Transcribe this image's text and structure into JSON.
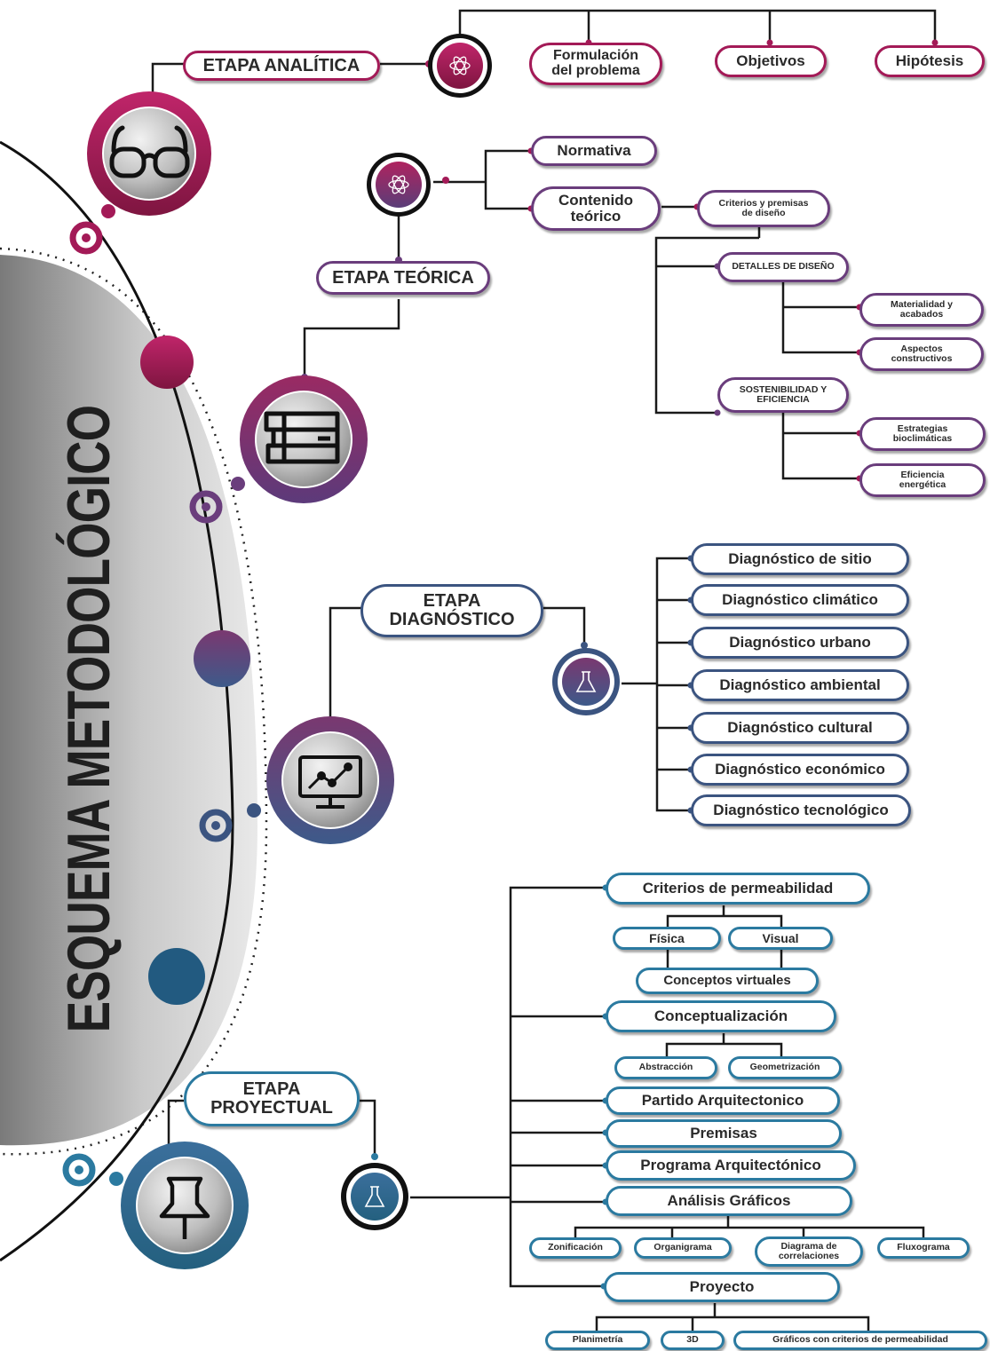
{
  "title": "ESQUEMA METODOLÓGICO",
  "colors": {
    "analitica": "#a31a57",
    "teorica": "#6a3d7c",
    "diagnostico": "#3b5480",
    "proyectual": "#2b7aa0"
  },
  "icons": {
    "analitica": "glasses-icon",
    "teorica": "books-icon",
    "diagnostico": "chart-monitor-icon",
    "proyectual": "pin-icon",
    "atom": "atom-icon",
    "flask": "flask-icon"
  },
  "analitica": {
    "label": "ETAPA ANALÍTICA",
    "items": [
      "Formulación\ndel problema",
      "Objetivos",
      "Hipótesis"
    ]
  },
  "teorica": {
    "label": "ETAPA TEÓRICA",
    "normativa": "Normativa",
    "contenido": "Contenido\nteórico",
    "criterios": "Criterios y premisas\nde diseño",
    "detalles": "DETALLES DE DISEÑO",
    "materialidad": "Materialidad y\nacabados",
    "aspectos": "Aspectos\nconstructivos",
    "sostenibilidad": "SOSTENIBILIDAD Y\nEFICIENCIA",
    "estrategias": "Estrategias\nbioclimáticas",
    "eficiencia": "Eficiencia\nenergética"
  },
  "diagnostico": {
    "label": "ETAPA\nDIAGNÓSTICO",
    "items": [
      "Diagnóstico de sitio",
      "Diagnóstico climático",
      "Diagnóstico urbano",
      "Diagnóstico ambiental",
      "Diagnóstico cultural",
      "Diagnóstico económico",
      "Diagnóstico tecnológico"
    ]
  },
  "proyectual": {
    "label": "ETAPA\nPROYECTUAL",
    "permeabilidad": "Criterios de permeabilidad",
    "fisica": "Física",
    "visual": "Visual",
    "conceptos": "Conceptos virtuales",
    "conceptualizacion": "Conceptualización",
    "abstraccion": "Abstracción",
    "geometrizacion": "Geometrización",
    "partido": "Partido Arquitectonico",
    "premisas": "Premisas",
    "programa": "Programa Arquitectónico",
    "analisis": "Análisis Gráficos",
    "zonificacion": "Zonificación",
    "organigrama": "Organigrama",
    "diagrama": "Diagrama de\ncorrelaciones",
    "fluxograma": "Fluxograma",
    "proyecto": "Proyecto",
    "planimetria": "Planimetría",
    "tresd": "3D",
    "graficos": "Gráficos con criterios de permeabilidad"
  }
}
